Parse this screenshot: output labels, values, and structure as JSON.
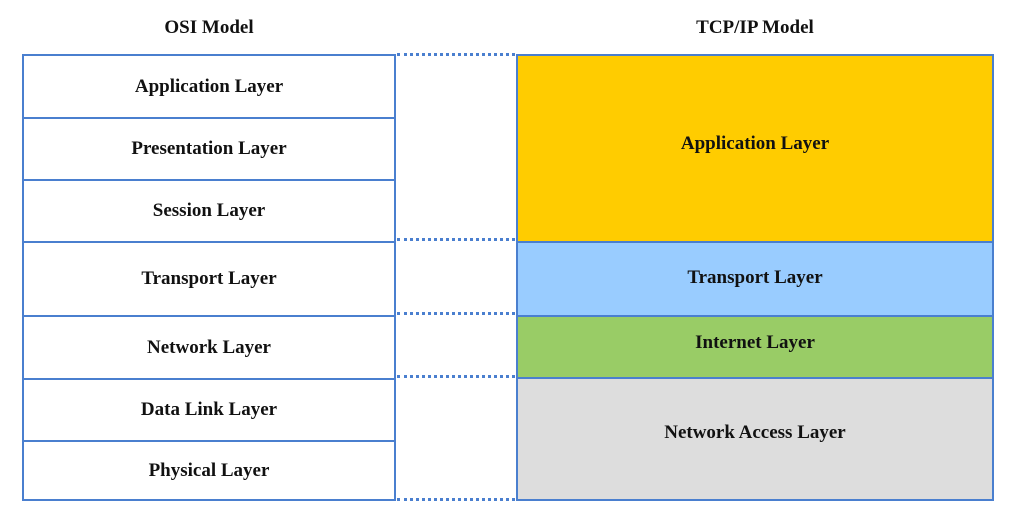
{
  "osi": {
    "title": "OSI Model",
    "layers": [
      "Application Layer",
      "Presentation Layer",
      "Session Layer",
      "Transport Layer",
      "Network Layer",
      "Data Link Layer",
      "Physical Layer"
    ]
  },
  "tcpip": {
    "title": "TCP/IP Model",
    "layers": [
      {
        "label": "Application Layer",
        "color": "#ffcc00"
      },
      {
        "label": "Transport Layer",
        "color": "#99ccff"
      },
      {
        "label": "Internet Layer",
        "color": "#99cc66"
      },
      {
        "label": "Network Access Layer",
        "color": "#dddddd"
      }
    ]
  }
}
